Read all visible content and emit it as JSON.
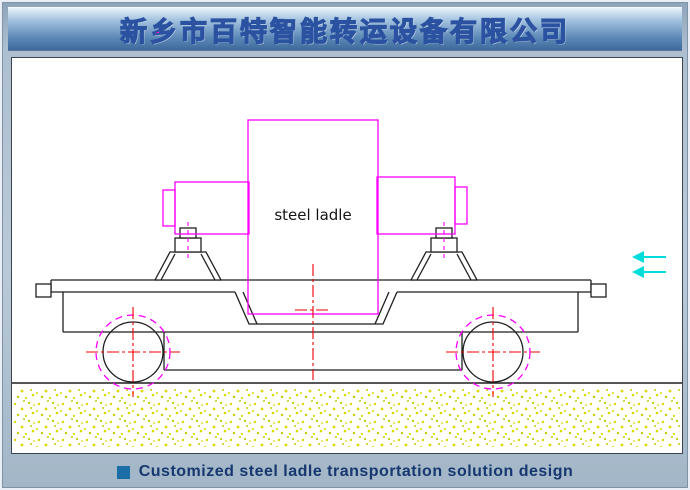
{
  "header": {
    "title": "新乡市百特智能转运设备有限公司"
  },
  "drawing": {
    "ladle_label": "steel ladle"
  },
  "footer": {
    "caption": "Customized  steel  ladle  transportation  solution  design"
  },
  "colors": {
    "magenta": "#ff00ff",
    "red": "#f00000",
    "cyan": "#00dcdc",
    "ink": "#1f1f1f",
    "header_text": "#ff1fd0",
    "header_stroke": "#2a52a0",
    "caption_text": "#16376f",
    "bullet": "#1b6ea6",
    "stipple1": "#dcd800",
    "stipple2": "#c2ca00"
  }
}
